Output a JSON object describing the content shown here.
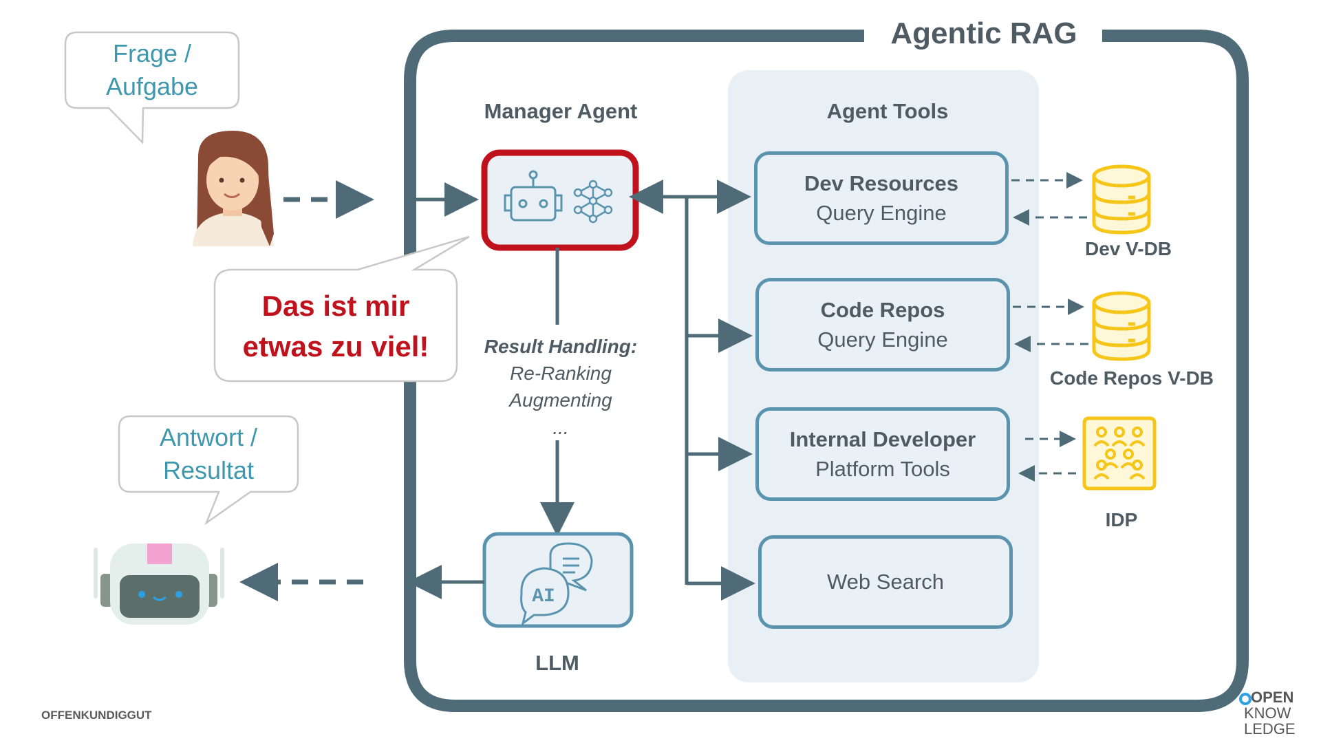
{
  "title": "Agentic RAG",
  "user_bubble": {
    "line1": "Frage /",
    "line2": "Aufgabe"
  },
  "overload_bubble": {
    "line1": "Das ist mir",
    "line2": "etwas zu viel!"
  },
  "answer_bubble": {
    "line1": "Antwort /",
    "line2": "Resultat"
  },
  "manager_agent_label": "Manager Agent",
  "agent_tools_label": "Agent Tools",
  "result_handling": {
    "heading": "Result Handling:",
    "line1": "Re-Ranking",
    "line2": "Augmenting",
    "line3": "..."
  },
  "llm_label": "LLM",
  "llm_icon_text": "AI",
  "tools": [
    {
      "title": "Dev Resources",
      "subtitle": "Query Engine"
    },
    {
      "title": "Code Repos",
      "subtitle": "Query Engine"
    },
    {
      "title": "Internal Developer",
      "subtitle": "Platform Tools"
    },
    {
      "title": "",
      "subtitle": "Web Search"
    }
  ],
  "sources": {
    "dev_vdb": "Dev V-DB",
    "code_vdb": "Code Repos V-DB",
    "idp": "IDP"
  },
  "footer": {
    "left_logo": "OFFENKUNDIGGUT",
    "right_logo_line1": "OPEN",
    "right_logo_line2": "KNOW",
    "right_logo_line3": "LEDGE"
  },
  "colors": {
    "frame": "#4f6b78",
    "tool_border": "#5a93ae",
    "tools_panel": "#e9f0f5",
    "alert_red": "#c0121c",
    "db_yellow": "#f5c518",
    "teal_text": "#3f97ad"
  }
}
